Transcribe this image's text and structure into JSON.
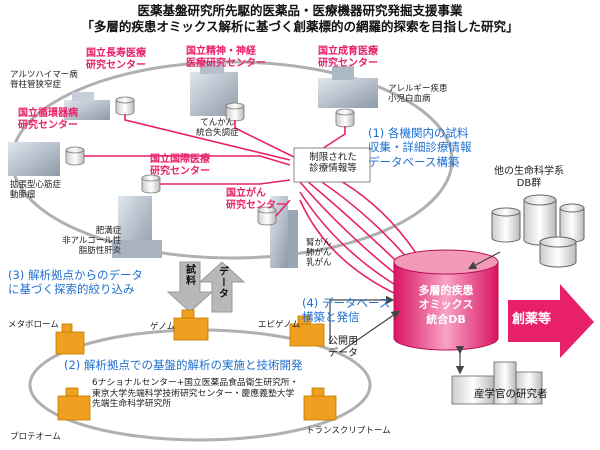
{
  "title": {
    "line1": "医薬基盤研究所先駆的医薬品・医療機器研究発掘支援事業",
    "line2": "「多層的疾患オミックス解析に基づく創薬標的の網羅的探索を目指した研究」"
  },
  "centers": {
    "ncgg": "国立長寿医療\n研究センター",
    "ncnp": "国立精神・神経\n医療研究センター",
    "ncchd": "国立成育医療\n研究センター",
    "ncvc": "国立循環器病\n研究センター",
    "ncgm": "国立国際医療\n研究センター",
    "ncc": "国立がん\n研究センター"
  },
  "diseases": {
    "ncgg": "アルツハイマー病\n脊柱管狭窄症",
    "ncnp": "てんかん\n統合失調症",
    "ncchd": "アレルギー疾患\n小児白血病",
    "ncvc": "拡張型心筋症\n動脈瘤",
    "ncgm": "肥満症\n非アルコール性\n脂肪性肝炎",
    "ncc": "腎がん\n肺がん\n乳がん"
  },
  "restricted_info": "制限された\n診療情報等",
  "steps": {
    "s1": "(1) 各機関内の試料\n収集・詳細診療情報\nデータベース構築",
    "s2": "(2) 解析拠点での基盤的解析の実施と技術開発",
    "s3": "(3) 解析拠点からのデータ\nに基づく探索的絞り込み",
    "s4": "(4) データベース\n構築と発信"
  },
  "arrow_labels": {
    "samples": "試料",
    "data": "データ",
    "public": "公開用\nデータ"
  },
  "database": "多層的疾患\nオミックス\n統合DB",
  "other_db": "他の生命科学系\nDB群",
  "drug_discovery": "創薬等",
  "researchers": "産学官の研究者",
  "omics": {
    "metabolome": "メタボローム",
    "genome": "ゲノム",
    "epigenome": "エピゲノム",
    "proteome": "プロテオーム",
    "transcriptome": "トランスクリプトーム"
  },
  "institutions": "6ナショナルセンター+国立医薬品食品衛生研究所・\n東京大学先端科学技術研究センター・慶應義塾大学\n先端生命科学研究所",
  "colors": {
    "pink": "#e8206a",
    "blue": "#1f6fd1",
    "orange": "#f0a020",
    "gray_arrow": "#b8b8b8"
  }
}
